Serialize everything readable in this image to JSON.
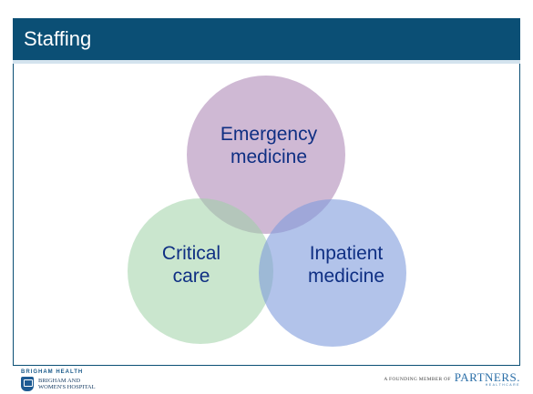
{
  "slide": {
    "title": "Staffing"
  },
  "venn": {
    "circles": [
      {
        "id": "emergency",
        "label_lines": [
          "Emergency",
          "medicine"
        ],
        "color": "#a87fb0"
      },
      {
        "id": "critical",
        "label_lines": [
          "Critical",
          "care"
        ],
        "color": "#9fd2a5"
      },
      {
        "id": "inpatient",
        "label_lines": [
          "Inpatient",
          "medicine"
        ],
        "color": "#7f9bdc"
      }
    ],
    "label_color": "#0f2f83"
  },
  "footer": {
    "brand": "BRIGHAM HEALTH",
    "hospital_line1": "BRIGHAM AND",
    "hospital_line2": "WOMEN'S HOSPITAL",
    "founding_text": "A FOUNDING MEMBER OF",
    "partners_name": "PARTNERS.",
    "partners_sub": "HEALTHCARE"
  },
  "colors": {
    "title_bar": "#0b4f75",
    "title_rule": "#d4e3ee",
    "frame": "#0b4f75"
  }
}
